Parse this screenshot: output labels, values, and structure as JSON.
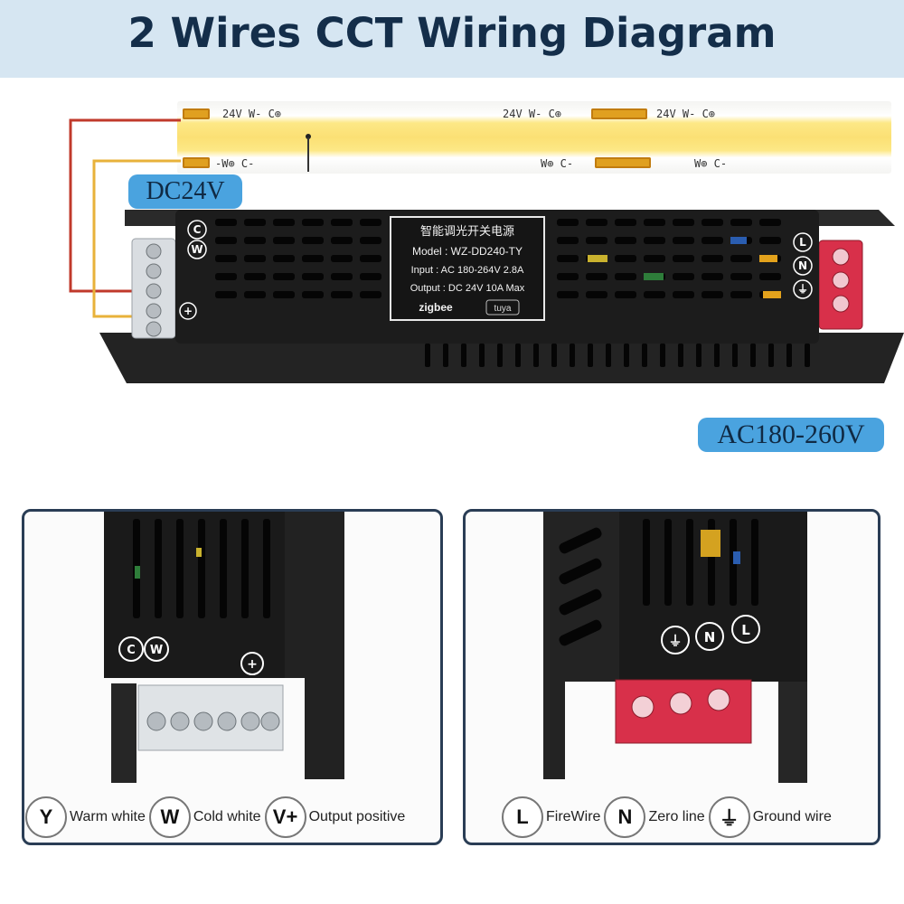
{
  "title": "2 Wires CCT Wiring Diagram",
  "strip": {
    "top_label_left": "24V W- C⊕",
    "top_label_mid": "24V W- C⊕",
    "top_label_right": "24V W- C⊕",
    "bottom_label_left": "-W⊕ C-",
    "bottom_label_mid": "W⊕ C-",
    "bottom_label_right": "W⊕ C-"
  },
  "voltage_labels": {
    "dc": "DC24V",
    "ac": "AC180-260V"
  },
  "device": {
    "terminal_left": [
      "C",
      "W",
      "+"
    ],
    "terminal_right": [
      "L",
      "N",
      "⏚"
    ],
    "label_lines": [
      "智能调光开关电源",
      "Model : WZ-DD240-TY",
      "Input : AC 180-264V 2.8A",
      "Output : DC 24V 10A Max"
    ],
    "brand_left": "zigbee",
    "brand_right": "tuya"
  },
  "detail_left": {
    "marks": [
      "C",
      "W",
      "+"
    ]
  },
  "detail_right": {
    "marks": [
      "⏚",
      "N",
      "L"
    ]
  },
  "legend_left": [
    {
      "symbol": "Y",
      "label": "Warm white"
    },
    {
      "symbol": "W",
      "label": "Cold white"
    },
    {
      "symbol": "V+",
      "label": "Output positive"
    }
  ],
  "legend_right": [
    {
      "symbol": "L",
      "label": "FireWire"
    },
    {
      "symbol": "N",
      "label": "Zero line"
    },
    {
      "symbol": "⏚",
      "label": "Ground wire"
    }
  ],
  "colors": {
    "banner": "#d6e6f2",
    "title": "#142e4a",
    "pill": "#4aa3df",
    "red_wire": "#c0392b",
    "yellow_wire": "#e8b23a",
    "device": "#1c1c1c"
  }
}
